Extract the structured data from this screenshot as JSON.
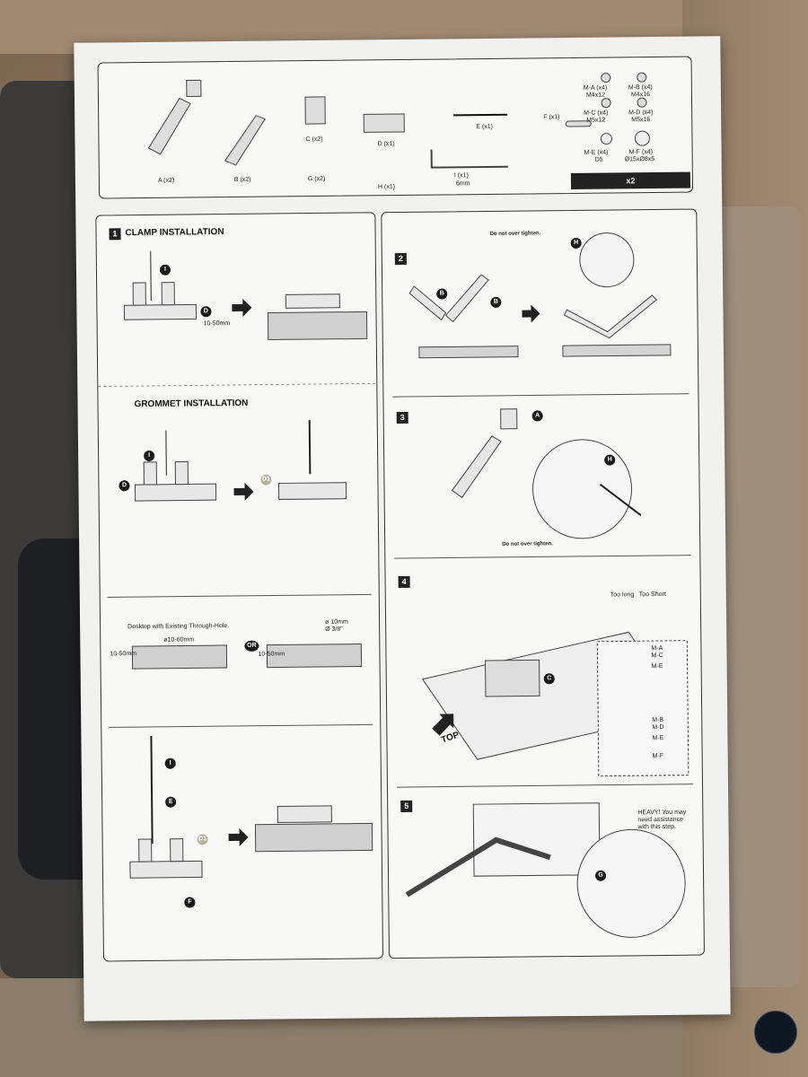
{
  "parts": {
    "a": "A (x2)",
    "b": "B (x2)",
    "c": "C (x2)",
    "d": "D (x1)",
    "e": "E (x1)",
    "f": "F (x1)",
    "g": "G (x2)",
    "h": "H (x1)",
    "i": "I (x1)",
    "i_sub": "6mm",
    "ma": "M-A (x4)",
    "ma_s": "M4x12",
    "mb": "M-B (x4)",
    "mb_s": "M4x16",
    "mc": "M-C (x4)",
    "mc_s": "M5x12",
    "md": "M-D (x4)",
    "md_s": "M5x16",
    "me": "M-E (x4)",
    "me_s": "D5",
    "mf": "M-F (x4)",
    "mf_s": "Ø15xØ8x5",
    "multiplier": "x2"
  },
  "step1": {
    "number": "1",
    "title": "CLAMP INSTALLATION",
    "tag_i": "I",
    "tag_d": "D",
    "range": "10-50mm"
  },
  "grommet": {
    "title": "GROMMET INSTALLATION",
    "tag_i": "I",
    "tag_d": "D",
    "tag_d1": "D1",
    "desktop_note": "Desktop with Existing Through-Hole.",
    "hole": "ø10-60mm",
    "range": "10-50mm",
    "or": "OR",
    "drill_1": "ø 10mm",
    "drill_2": "Ø 3/8\"",
    "range2": "10-50mm",
    "tag_i2": "I",
    "tag_e": "E",
    "tag_d1b": "D1",
    "tag_f": "F"
  },
  "step2": {
    "number": "2",
    "note": "Do not over tighten.",
    "tag_b1": "B",
    "tag_b2": "B",
    "tag_h": "H"
  },
  "step3": {
    "number": "3",
    "tag_a": "A",
    "tag_h": "H",
    "note": "Do not over tighten."
  },
  "step4": {
    "number": "4",
    "too_long": "Too long",
    "too_short": "Too Short",
    "tag_c": "C",
    "top": "TOP",
    "ma": "M-A",
    "mc": "M-C",
    "me": "M-E",
    "mb": "M-B",
    "md": "M-D",
    "me2": "M-E",
    "mf": "M-F"
  },
  "step5": {
    "number": "5",
    "warning_1": "HEAVY! You may",
    "warning_2": "need assistance",
    "warning_3": "with this step.",
    "tag_g": "G"
  }
}
